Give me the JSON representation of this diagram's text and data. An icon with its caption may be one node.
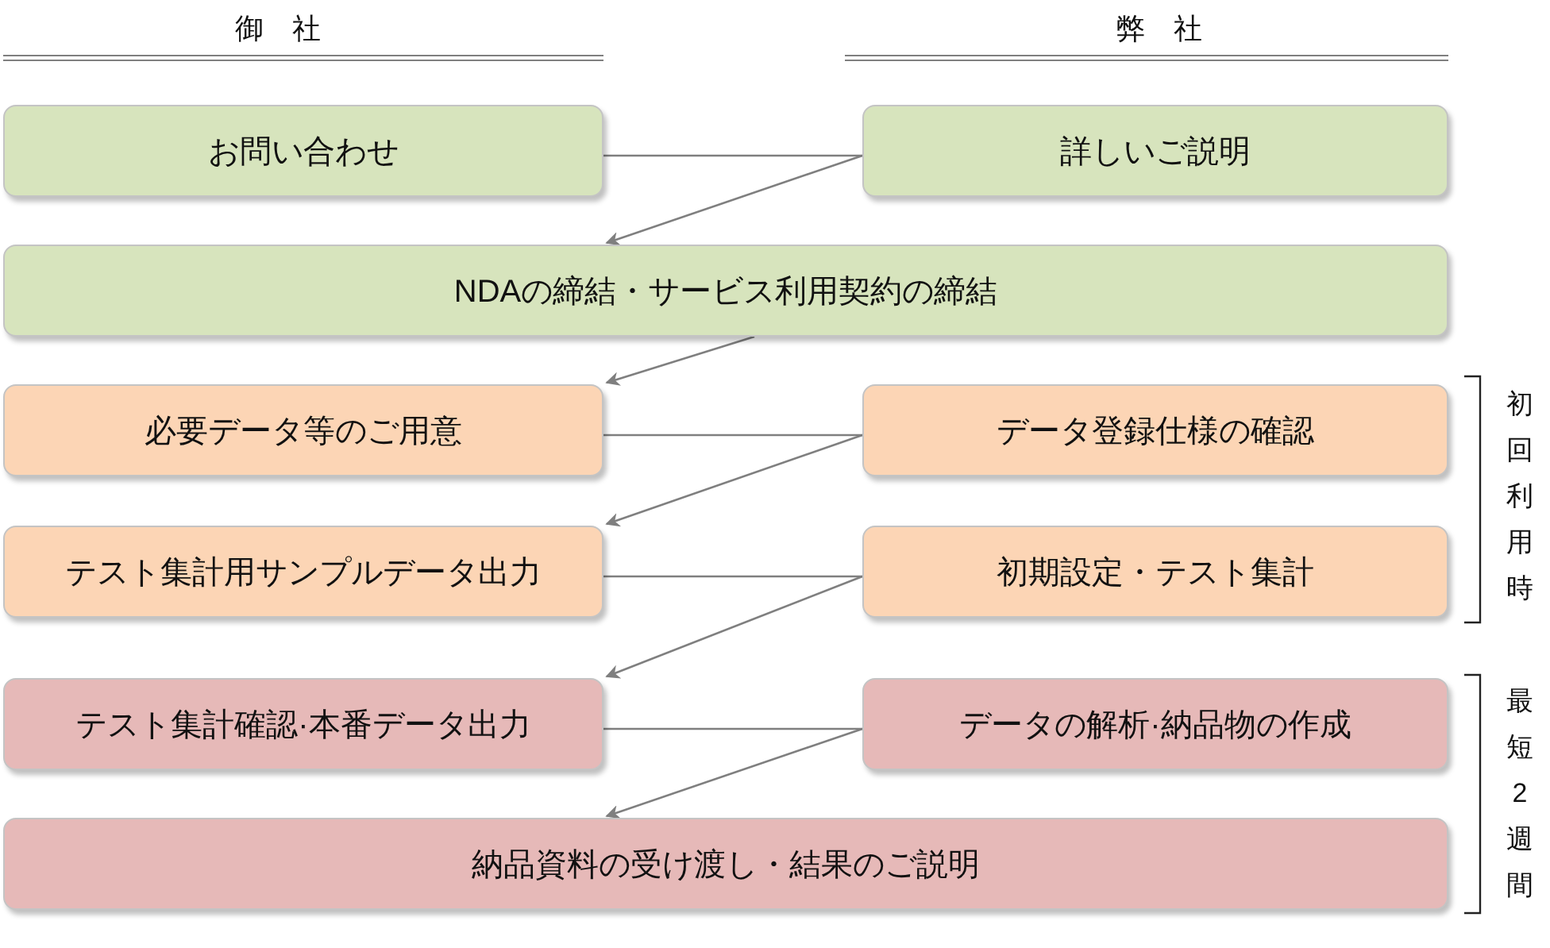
{
  "diagram": {
    "nodes": [
      {
        "text": [
          "お問い合わせ"
        ]
      },
      {
        "text": [
          "詳しいご説明"
        ]
      },
      {
        "text": [
          "NDAの締結・サービス利用契約の締結"
        ]
      },
      {
        "text": [
          "必要データ等のご用意"
        ]
      },
      {
        "text": [
          "データ登録仕様の確認"
        ]
      },
      {
        "text": [
          "テスト集計用サンプルデータ出力"
        ]
      },
      {
        "text": [
          "初期設定・テスト集計"
        ]
      },
      {
        "text": [
          "テスト集計確認·本番データ出力"
        ]
      },
      {
        "text": [
          "データの解析·納品物の作成"
        ]
      },
      {
        "text": [
          "納品資料の受け渡し・結果のご説明"
        ]
      }
    ],
    "edges": [
      {
        "from": 0,
        "to": 1,
        "arrow": "none"
      },
      {
        "from": 1,
        "to": 2,
        "arrow": "to"
      },
      {
        "from": 2,
        "to": 3,
        "arrow": "to"
      },
      {
        "from": 3,
        "to": 4,
        "arrow": "none"
      },
      {
        "from": 4,
        "to": 5,
        "arrow": "to"
      },
      {
        "from": 5,
        "to": 6,
        "arrow": "none"
      },
      {
        "from": 6,
        "to": 7,
        "arrow": "to"
      },
      {
        "from": 7,
        "to": 8,
        "arrow": "none"
      },
      {
        "from": 8,
        "to": 9,
        "arrow": "to"
      }
    ],
    "labels": [
      "御　社",
      "弊　社",
      "初回利用時",
      "最短2週間"
    ]
  }
}
